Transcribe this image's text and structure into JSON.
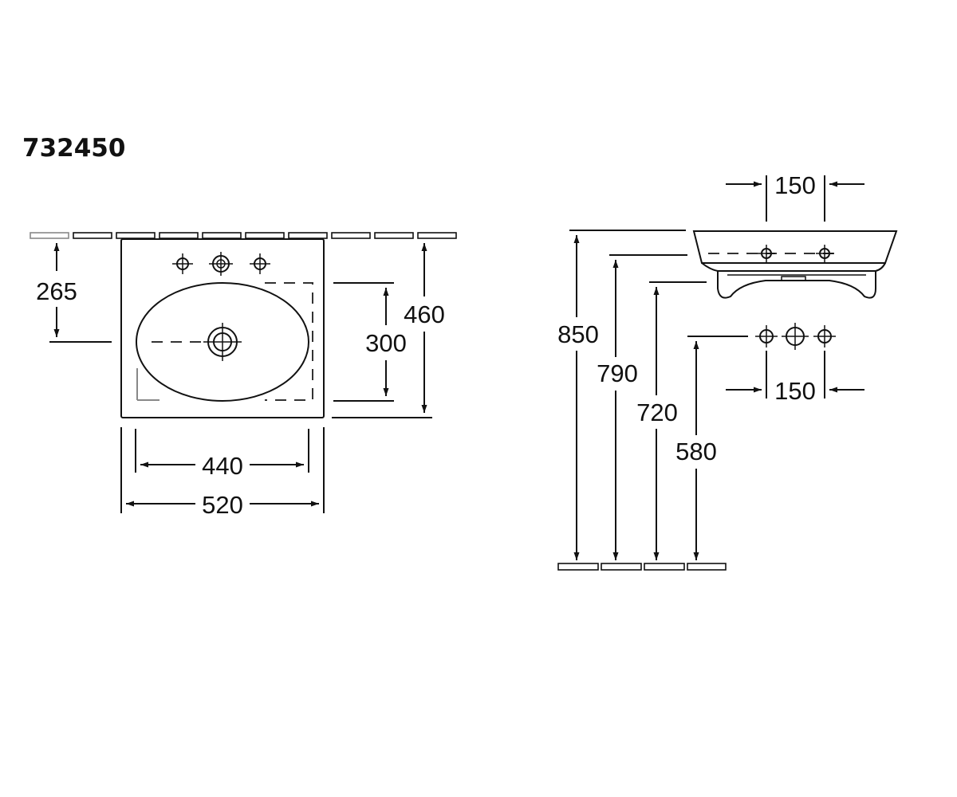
{
  "product_number": "732450",
  "top_view": {
    "dimensions": {
      "overall_width": "520",
      "basin_width": "440",
      "overall_depth": "460",
      "basin_depth": "300",
      "tap_hole_distance_from_wall": "265"
    }
  },
  "side_view": {
    "dimensions": {
      "tap_hole_spacing_top": "150",
      "height_rim": "850",
      "height_underside": "790",
      "height_trap": "720",
      "height_supply": "580",
      "supply_spacing": "150"
    }
  }
}
